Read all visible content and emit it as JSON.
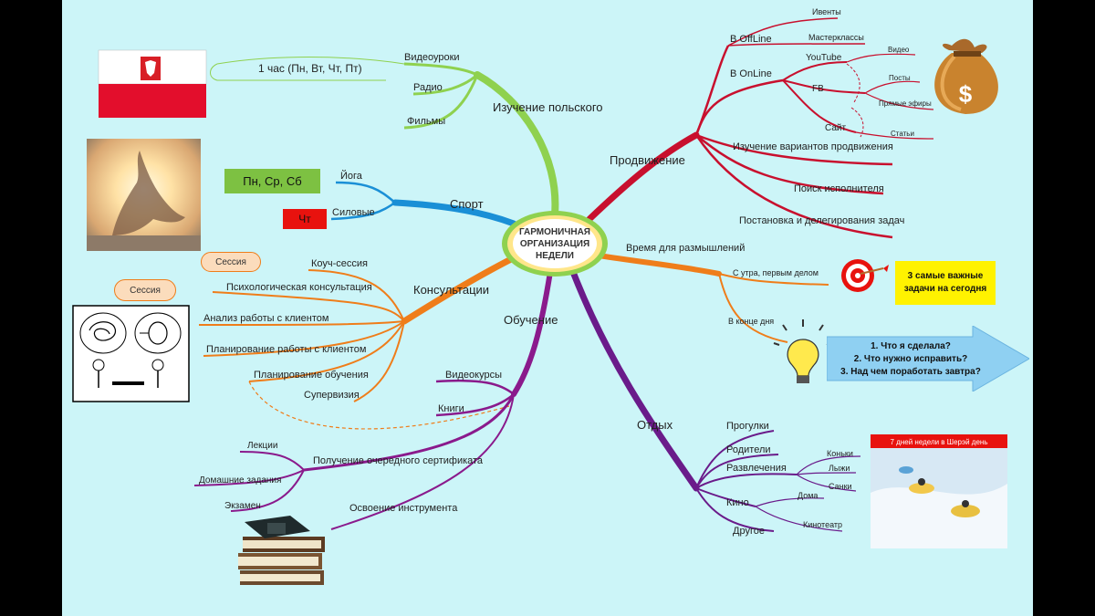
{
  "center": {
    "line1": "ГАРМОНИЧНАЯ",
    "line2": "ОРГАНИЗАЦИЯ",
    "line3": "НЕДЕЛИ"
  },
  "polish": {
    "title": "Изучение польского",
    "video": "Видеоуроки",
    "radio": "Радио",
    "films": "Фильмы",
    "schedule": "1 час (Пн, Вт, Чт, Пт)"
  },
  "sport": {
    "title": "Спорт",
    "yoga": "Йога",
    "yoga_days": "Пн, Ср, Сб",
    "strength": "Силовые",
    "strength_days": "Чт"
  },
  "consult": {
    "title": "Консультации",
    "coach": "Коуч-сессия",
    "psych": "Психологическая консультация",
    "analysis": "Анализ работы с клиентом",
    "planning": "Планирование работы с клиентом",
    "study_plan": "Планирование обучения",
    "supervision": "Супервизия",
    "session1": "Сессия",
    "session2": "Сессия"
  },
  "study": {
    "title": "Обучение",
    "courses": "Видеокурсы",
    "books": "Книги",
    "cert": "Получение очередного сертификата",
    "lectures": "Лекции",
    "homework": "Домашние задания",
    "exam": "Экзамен",
    "tool": "Освоение инструмента"
  },
  "promo": {
    "title": "Продвижение",
    "offline": "В OffLine",
    "events": "Ивенты",
    "masterclass": "Мастерклассы",
    "online": "В OnLine",
    "youtube": "YouTube",
    "video": "Видео",
    "fb": "FB",
    "posts": "Посты",
    "live": "Прямые эфиры",
    "site": "Сайт",
    "articles": "Статьи",
    "study_ways": "Изучение вариантов продвижения",
    "find_exec": "Поиск исполнителя",
    "delegate": "Постановка и делегирования задач"
  },
  "think": {
    "title": "Время для размышлений",
    "morning": "С утра, первым делом",
    "evening": "В конце дня",
    "top3_l1": "3 самые важные",
    "top3_l2": "задачи на сегодня",
    "q1": "1. Что я сделала?",
    "q2": "2. Что нужно исправить?",
    "q3": "3. Над чем поработать завтра?"
  },
  "rest": {
    "title": "Отдых",
    "walks": "Прогулки",
    "parents": "Родители",
    "fun": "Развлечения",
    "skates": "Коньки",
    "skis": "Лыжи",
    "sleds": "Санки",
    "cinema": "Кино",
    "home": "Дома",
    "theater": "Кинотеатр",
    "other": "Другое",
    "banner": "7 дней недели в Шерэй день"
  },
  "colors": {
    "bg": "#ccf5f8",
    "polish": "#8fd14f",
    "sport": "#1a8fd6",
    "consult": "#ef7d1a",
    "study": "#8a1a8c",
    "promo": "#c8102e",
    "think": "#ef7d1a",
    "rest": "#6a1b8a",
    "yoga_box": "#7dc142",
    "red_box": "#e8120e",
    "arrow": "#8fd0f2",
    "note_yellow": "#fff200"
  }
}
